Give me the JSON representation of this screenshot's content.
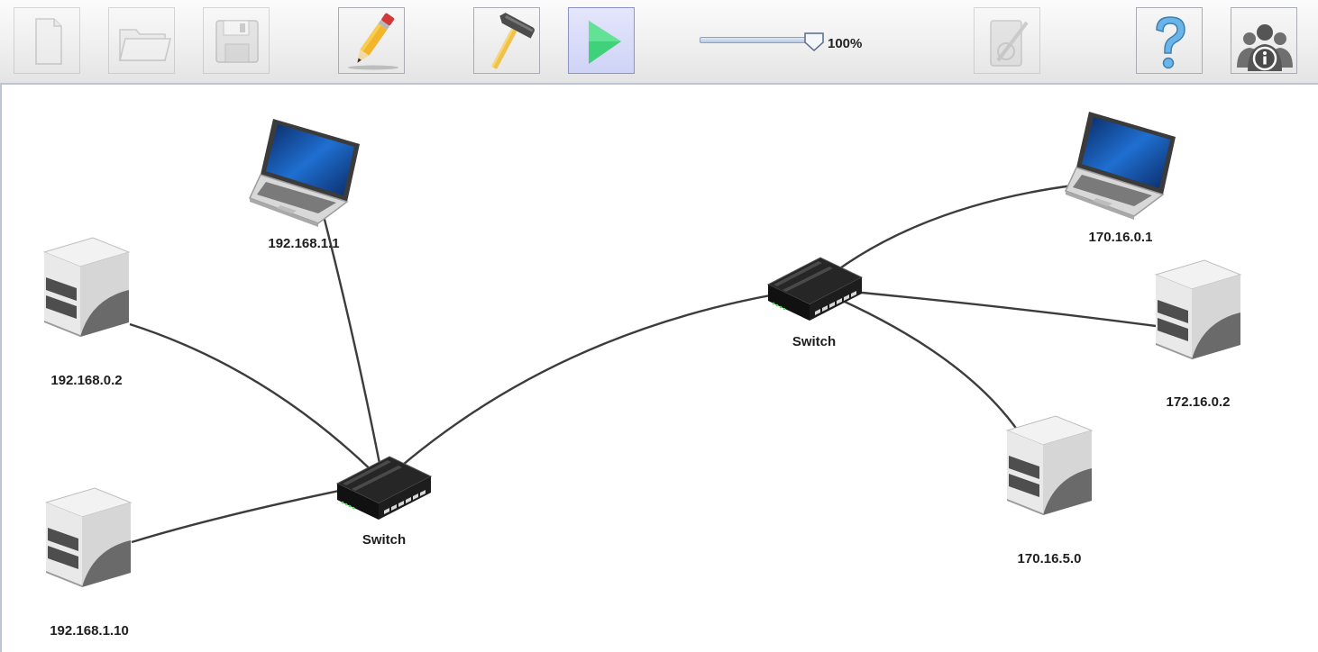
{
  "toolbar": {
    "buttons": [
      {
        "id": "new",
        "icon": "new-document-icon",
        "enabled": false
      },
      {
        "id": "open",
        "icon": "open-folder-icon",
        "enabled": false
      },
      {
        "id": "save",
        "icon": "save-disk-icon",
        "enabled": false
      },
      {
        "id": "edit",
        "icon": "pencil-icon",
        "enabled": true
      },
      {
        "id": "build",
        "icon": "hammer-icon",
        "enabled": true
      },
      {
        "id": "run",
        "icon": "play-icon",
        "enabled": true,
        "active": true
      },
      {
        "id": "tools",
        "icon": "tools-icon",
        "enabled": false
      },
      {
        "id": "help",
        "icon": "help-question-icon",
        "enabled": true
      },
      {
        "id": "about",
        "icon": "users-info-icon",
        "enabled": true
      }
    ],
    "zoom": {
      "value": 100,
      "label": "100%"
    }
  },
  "network": {
    "nodes": [
      {
        "id": "laptop1",
        "type": "laptop",
        "label": "192.168.1.1"
      },
      {
        "id": "server1",
        "type": "server",
        "label": "192.168.0.2"
      },
      {
        "id": "server2",
        "type": "server",
        "label": "192.168.1.10"
      },
      {
        "id": "switch1",
        "type": "switch",
        "label": "Switch"
      },
      {
        "id": "switch2",
        "type": "switch",
        "label": "Switch"
      },
      {
        "id": "laptop2",
        "type": "laptop",
        "label": "170.16.0.1"
      },
      {
        "id": "server3",
        "type": "server",
        "label": "172.16.0.2"
      },
      {
        "id": "server4",
        "type": "server",
        "label": "170.16.5.0"
      }
    ],
    "links": [
      {
        "from": "laptop1",
        "to": "switch1"
      },
      {
        "from": "server1",
        "to": "switch1"
      },
      {
        "from": "server2",
        "to": "switch1"
      },
      {
        "from": "switch1",
        "to": "switch2"
      },
      {
        "from": "switch2",
        "to": "laptop2"
      },
      {
        "from": "switch2",
        "to": "server3"
      },
      {
        "from": "switch2",
        "to": "server4"
      }
    ]
  },
  "colors": {
    "link": "#3c3c3c",
    "screen": "#1f6fd1",
    "play": "#3fd27a"
  }
}
